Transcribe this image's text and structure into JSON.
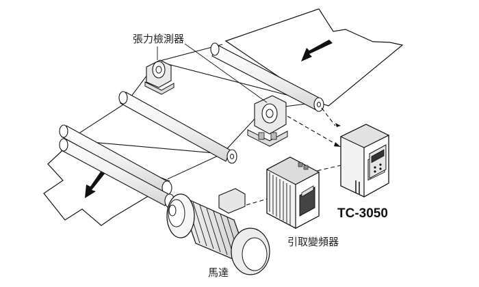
{
  "labels": {
    "tension_detector": "張力檢測器",
    "controller_model": "TC-3050",
    "takeup_inverter": "引取變頻器",
    "motor": "馬達"
  },
  "colors": {
    "line": "#111111",
    "roller_fill": "#ffffff",
    "device_fill": "#e9e9e9",
    "dark": "#333333"
  },
  "icons": {
    "flow_arrow_in": "arrow-down-left",
    "flow_arrow_out": "arrow-down-left"
  }
}
